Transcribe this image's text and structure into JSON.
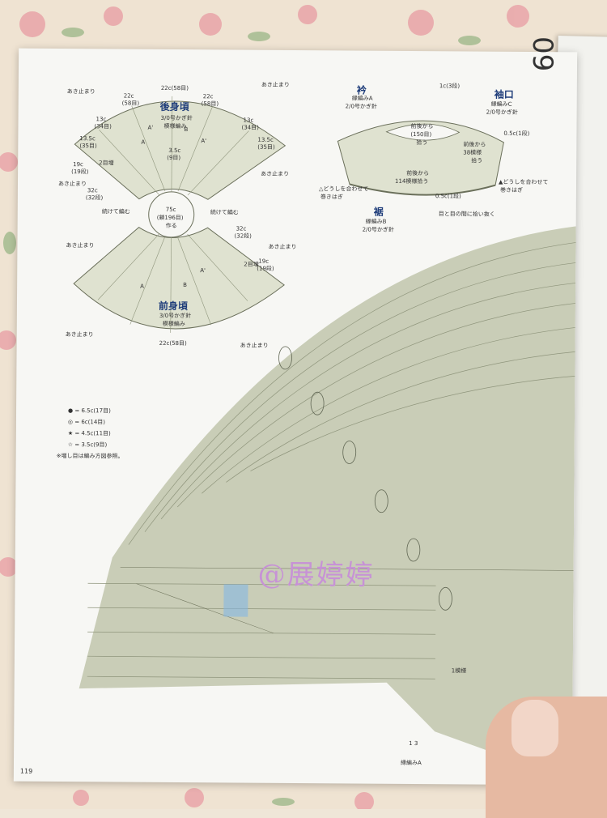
{
  "page_number": "119",
  "chapter": "09",
  "watermark": "@展婷婷",
  "body_diagram": {
    "back_title": "後身頃",
    "back_sub1": "3/0号かぎ針",
    "back_sub2": "模様編み",
    "front_title": "前身頃",
    "front_sub1": "3/0号かぎ針",
    "front_sub2": "模様編み",
    "center1": "75c",
    "center2": "(鎖196目)",
    "center3": "作る",
    "top_width": "22c(58目)",
    "side1": "22c",
    "side1b": "(58目)",
    "side2": "13c",
    "side2b": "(34目)",
    "side3": "13.5c",
    "side3b": "(35目)",
    "side4": "19c",
    "side4b": "(19段)",
    "side5": "32c",
    "side5b": "(32段)",
    "rows2": "2目増",
    "center_top": "3.5c",
    "center_top_b": "(9目)",
    "stop": "あき止まり",
    "continue": "続けて編む",
    "A": "A",
    "A_prime": "A'",
    "B": "B"
  },
  "collar_diagram": {
    "collar_title": "衿",
    "collar_sub1": "縁編みA",
    "collar_sub2": "2/0号かぎ針",
    "collar_rows": "1c(3段)",
    "collar_pickup1": "前後から",
    "collar_pickup2": "(150目)",
    "collar_pickup3": "拾う",
    "sleeve_title": "袖口",
    "sleeve_sub1": "縁編みC",
    "sleeve_sub2": "2/0号かぎ針",
    "sleeve_rows": "0.5c(1段)",
    "sleeve_pickup1": "前後から",
    "sleeve_pickup2": "38模様",
    "sleeve_pickup3": "拾う",
    "hem_title": "裾",
    "hem_sub1": "縁編みB",
    "hem_sub2": "2/0号かぎ針",
    "hem_pickup1": "前後から",
    "hem_pickup2": "114模様拾う",
    "hem_rows": "0.5c(1段)",
    "join_left1": "△どうしを合わせて",
    "join_left2": "巻きはぎ",
    "join_right1": "▲どうしを合わせて",
    "join_right2": "巻きはぎ",
    "between": "目と目の間に拾い抜く"
  },
  "legend": [
    "● = 6.5c(17目)",
    "◎ = 6c(14目)",
    "★ = 4.5c(11目)",
    "☆ = 3.5c(9目)",
    "※増し目は編み方図参照。"
  ],
  "pattern_labels": {
    "repeat": "1模様",
    "edging": "縁編みA",
    "count": "1 3"
  }
}
